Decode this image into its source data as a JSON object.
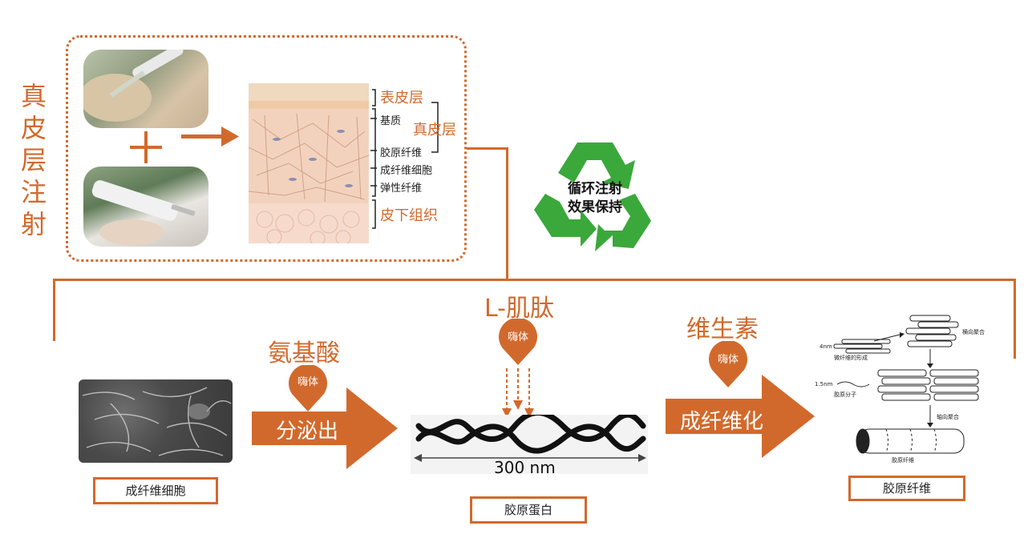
{
  "title_vertical": [
    "真",
    "皮",
    "层",
    "注",
    "射"
  ],
  "skin_labels": {
    "epidermis": "表皮层",
    "dermis": "真皮层",
    "matrix": "基质",
    "collagen_fiber": "胶原纤维",
    "fibroblast": "成纤维细胞",
    "elastic_fiber": "弹性纤维",
    "subcutaneous": "皮下组织"
  },
  "recycle": {
    "line1": "循环注射",
    "line2": "效果保持"
  },
  "stages": {
    "amino_acid": "氨基酸",
    "l_peptide": "L-肌肽",
    "vitamin": "维生素",
    "enzyme": "嗨体",
    "secrete": "分泌出",
    "fibrillate": "成纤维化",
    "scale": "300 nm"
  },
  "boxes": {
    "fibroblast": "成纤维细胞",
    "collagen": "胶原蛋白",
    "collagen_fiber": "胶原纤维"
  },
  "fibril_labels": {
    "microfibril": "微纤维的形成",
    "size_4nm": "4nm",
    "size_15nm": "1.5nm",
    "molecule": "胶原分子",
    "lateral": "横向聚合",
    "axial": "轴向聚合",
    "fiber": "胶原纤维"
  },
  "colors": {
    "accent": "#d2692c",
    "recycle_green": "#3aa83a"
  }
}
